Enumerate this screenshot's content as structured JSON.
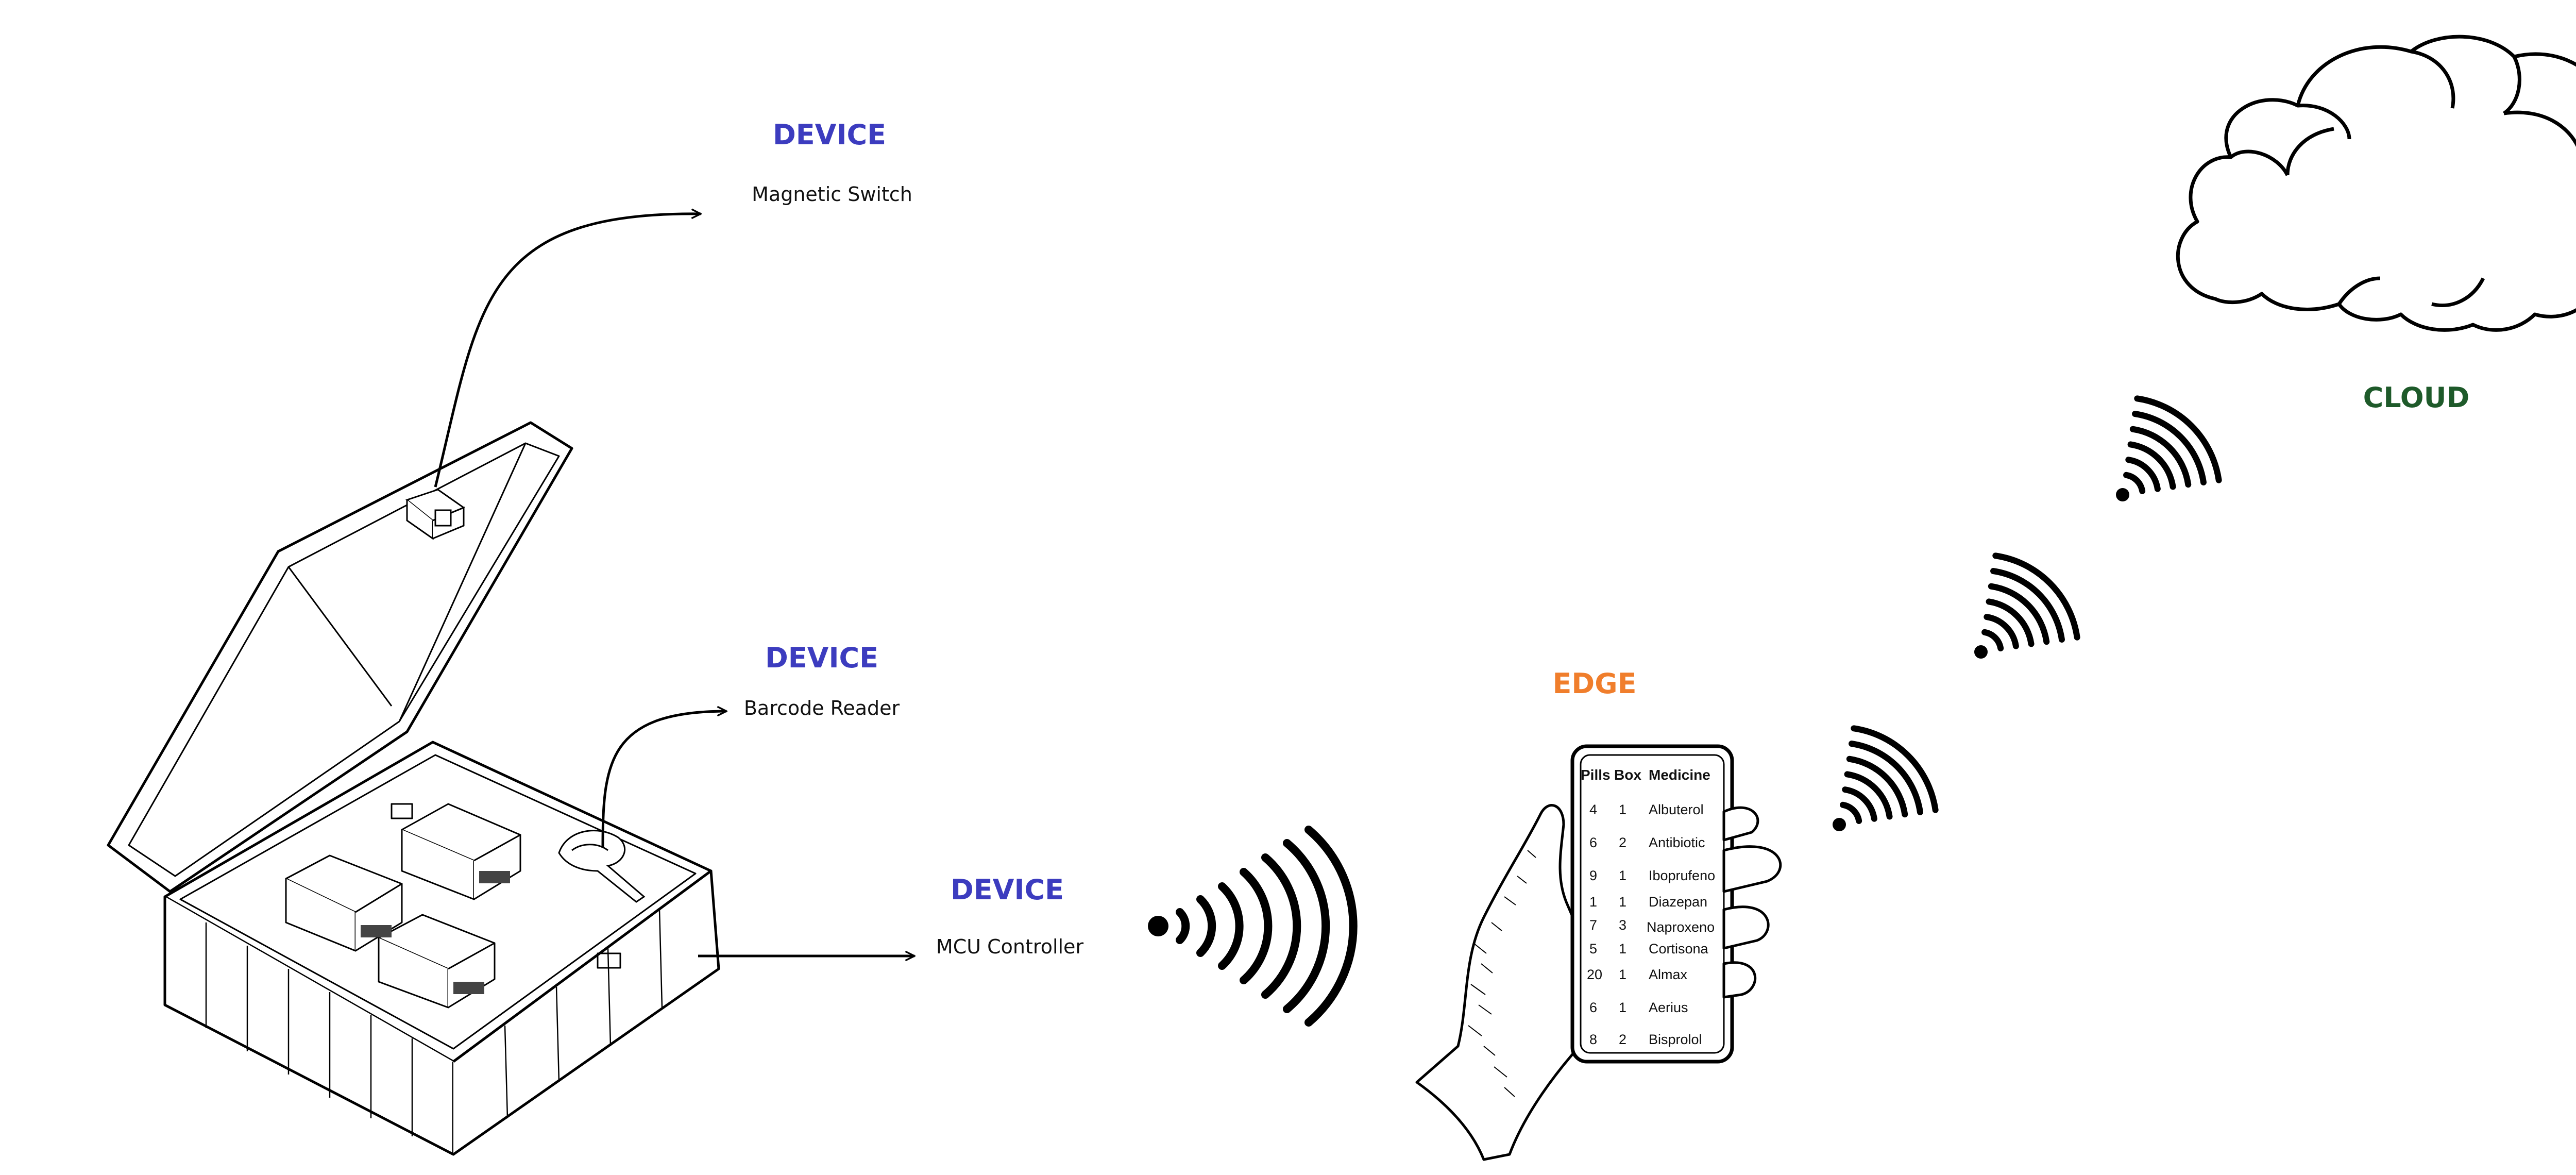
{
  "colors": {
    "device": "#3c3cbf",
    "edge": "#f07e2c",
    "cloud": "#1e5a2a"
  },
  "device_headings": [
    "DEVICE",
    "DEVICE",
    "DEVICE"
  ],
  "device_labels": [
    "Magnetic Switch",
    "Barcode Reader",
    "MCU Controller"
  ],
  "edge": {
    "heading": "EDGE"
  },
  "cloud": {
    "heading": "CLOUD"
  },
  "phone_table": {
    "headers": [
      "Pills",
      "Box",
      "Medicine"
    ],
    "rows": [
      [
        "4",
        "1",
        "Albuterol"
      ],
      [
        "6",
        "2",
        "Antibiotic"
      ],
      [
        "9",
        "1",
        "Iboprufeno"
      ],
      [
        "1",
        "1",
        "Diazepan"
      ],
      [
        "7",
        "3",
        "Naproxeno"
      ],
      [
        "5",
        "1",
        "Cortisona"
      ],
      [
        "20",
        "1",
        "Almax"
      ],
      [
        "6",
        "1",
        "Aerius"
      ],
      [
        "8",
        "2",
        "Bisprolol"
      ]
    ]
  },
  "icons": [
    "pill-box-icon",
    "magnetic-switch-icon",
    "barcode-reader-icon",
    "wifi-signal-icon",
    "hand-phone-icon",
    "cloud-icon"
  ]
}
